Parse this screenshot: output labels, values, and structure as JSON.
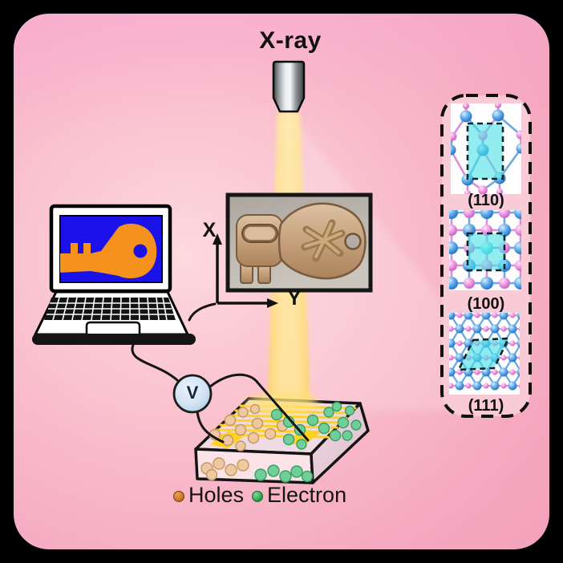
{
  "figure": {
    "xray_label": "X-ray",
    "axis_x_label": "X",
    "axis_y_label": "Y",
    "voltmeter_label": "V",
    "legend": {
      "holes_label": "Holes",
      "electron_label": "Electron",
      "holes_color": "#c8762a",
      "electron_color": "#2fa84e"
    },
    "panel_labels": [
      "(110)",
      "(100)",
      "(111)"
    ],
    "colors": {
      "background_pink": "#f5a7c0",
      "beam_yellow": "#ffdd85",
      "electrode_gold": "#ffd21f",
      "screen_blue": "#1a12e8",
      "key_orange": "#f5921e",
      "unit_cell_cyan": "#48e1e6",
      "atom_blue": "#2e7fd0",
      "atom_pink": "#e070d8",
      "voltmeter_fill": "#cfe2f2"
    }
  }
}
